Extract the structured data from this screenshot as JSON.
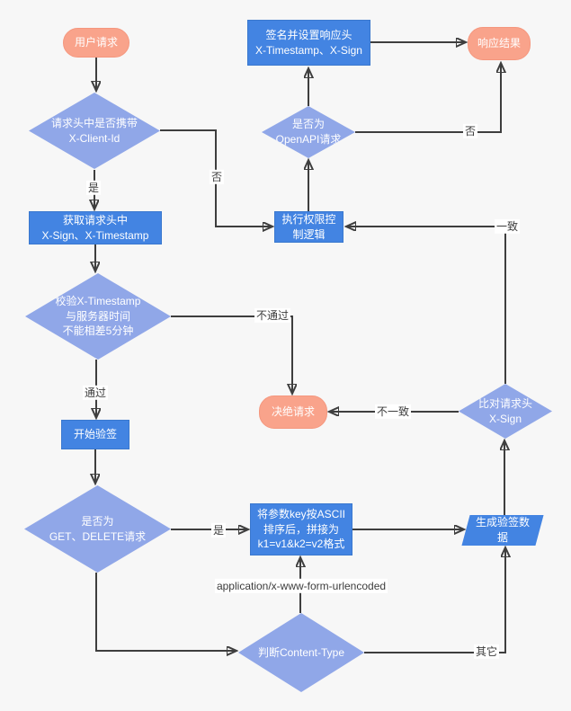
{
  "diagram": {
    "description": "OpenAPI request signature verification flowchart",
    "colors": {
      "background": "#f7f7f7",
      "process_fill": "#4384e2",
      "process_border": "#3a78ce",
      "decision_fill": "#90a7e8",
      "terminal_fill": "#f9a38b",
      "terminal_border": "#f5977e",
      "line": "#3e3e3e",
      "node_text": "#ffffff",
      "edge_label_text": "#3c3c3c"
    }
  },
  "nodes": {
    "user_request": {
      "type": "terminal",
      "label": "用户请求"
    },
    "check_client_id": {
      "type": "decision",
      "label": "请求头中是否携带\nX-Client-Id"
    },
    "sign_response": {
      "type": "process",
      "label": "签名并设置响应头\nX-Timestamp、X-Sign"
    },
    "response_result": {
      "type": "terminal",
      "label": "响应结果"
    },
    "is_openapi": {
      "type": "decision",
      "label": "是否为\nOpenAPI请求"
    },
    "get_headers": {
      "type": "process",
      "label": "获取请求头中\nX-Sign、X-Timestamp"
    },
    "exec_permission": {
      "type": "process",
      "label": "执行权限控\n制逻辑"
    },
    "check_timestamp": {
      "type": "decision",
      "label": "校验X-Timestamp\n与服务器时间\n不能相差5分钟"
    },
    "reject_request": {
      "type": "terminal",
      "label": "决绝请求"
    },
    "compare_sign": {
      "type": "decision",
      "label": "比对请求头\nX-Sign"
    },
    "start_verify": {
      "type": "process",
      "label": "开始验签"
    },
    "is_get_delete": {
      "type": "decision",
      "label": "是否为\nGET、DELETE请求"
    },
    "sort_params": {
      "type": "process",
      "label": "将参数key按ASCII\n排序后，拼接为\nk1=v1&k2=v2格式"
    },
    "gen_verify_data": {
      "type": "data",
      "label": "生成验签数据"
    },
    "check_content_type": {
      "type": "decision",
      "label": "判断Content-Type"
    }
  },
  "edge_labels": {
    "yes1": "是",
    "no1": "否",
    "pass": "通过",
    "fail": "不通过",
    "yes2": "是",
    "match": "一致",
    "mismatch": "不一致",
    "no2": "否",
    "form_urlencoded": "application/x-www-form-urlencoded",
    "other": "其它"
  }
}
